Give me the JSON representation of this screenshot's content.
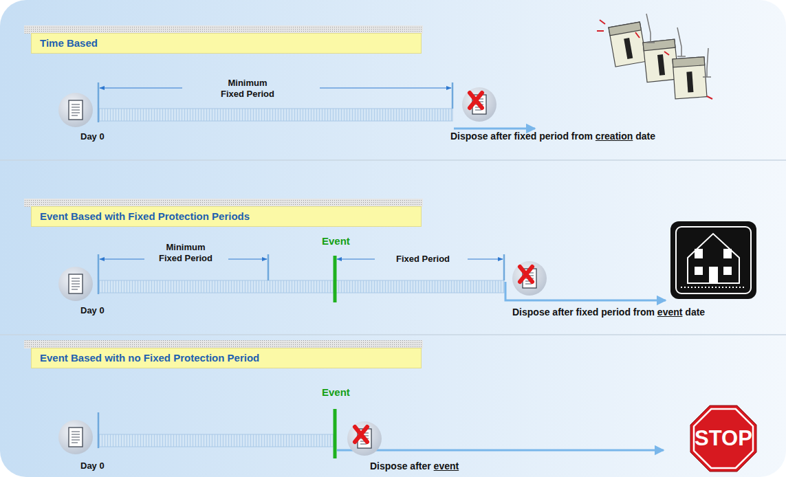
{
  "diagram": {
    "nodes": [
      {
        "text": [
          "Time Based"
        ]
      },
      {
        "text": [
          "Event Based with Fixed Protection Periods"
        ]
      },
      {
        "text": [
          "Event Based with no Fixed Protection Period"
        ]
      }
    ],
    "labels": [
      "Minimum Fixed Period",
      "Day 0",
      "Dispose after fixed period from",
      "creation",
      "date",
      "Event",
      "Minimum Fixed Period",
      "Fixed Period",
      "Day 0",
      "Dispose after fixed period from",
      "event",
      "date",
      "Event",
      "Day 0",
      "Dispose after",
      "event",
      "STOP"
    ]
  }
}
